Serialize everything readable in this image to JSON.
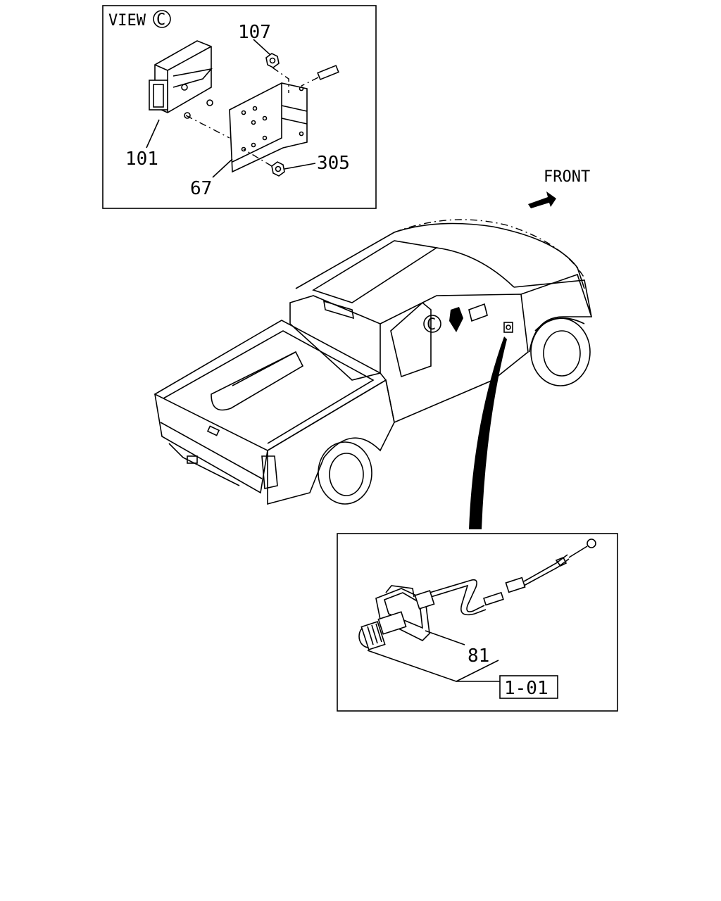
{
  "view_box": {
    "title_prefix": "VIEW",
    "title_marker": "C",
    "labels": {
      "p107": "107",
      "p101": "101",
      "p67": "67",
      "p305": "305"
    }
  },
  "front_indicator": {
    "label": "FRONT"
  },
  "truck": {
    "location_marker": "C"
  },
  "cable_box": {
    "labels": {
      "p81": "81",
      "ref": "1-01"
    }
  }
}
